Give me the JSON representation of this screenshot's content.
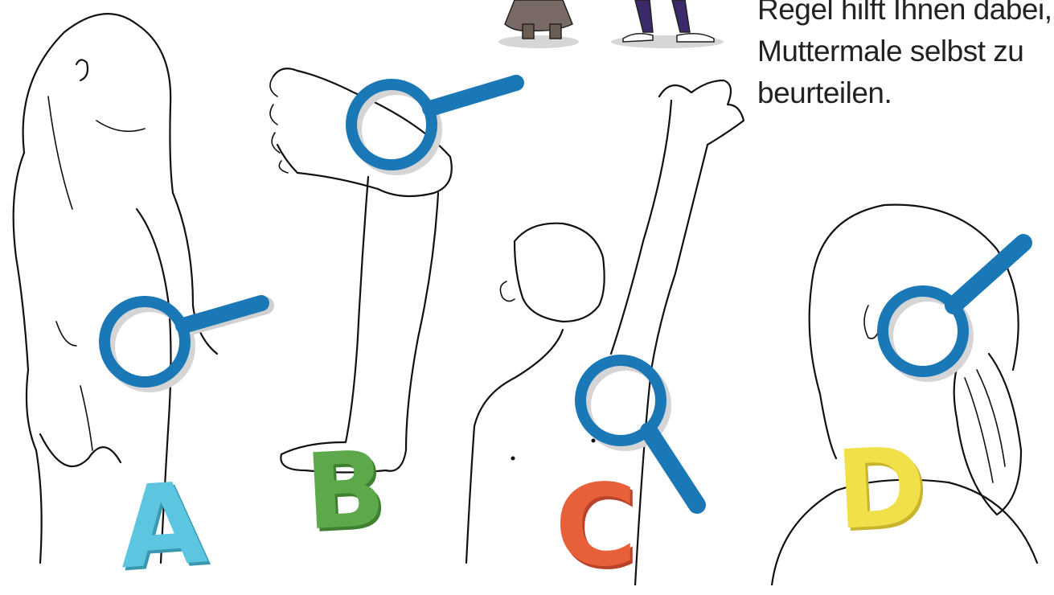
{
  "caption": {
    "lines": [
      "Regel hilft Ihnen dabei,",
      "Muttermale selbst zu",
      "beurteilen."
    ]
  },
  "letters": {
    "a": "A",
    "b": "B",
    "c": "C",
    "d": "D"
  },
  "colors": {
    "magnifier": "#1a78b7",
    "letter_a": "#5cc6e0",
    "letter_b": "#5ca84a",
    "letter_c": "#e8603a",
    "letter_d": "#f2e04a"
  },
  "icons": [
    "magnifier-icon"
  ]
}
